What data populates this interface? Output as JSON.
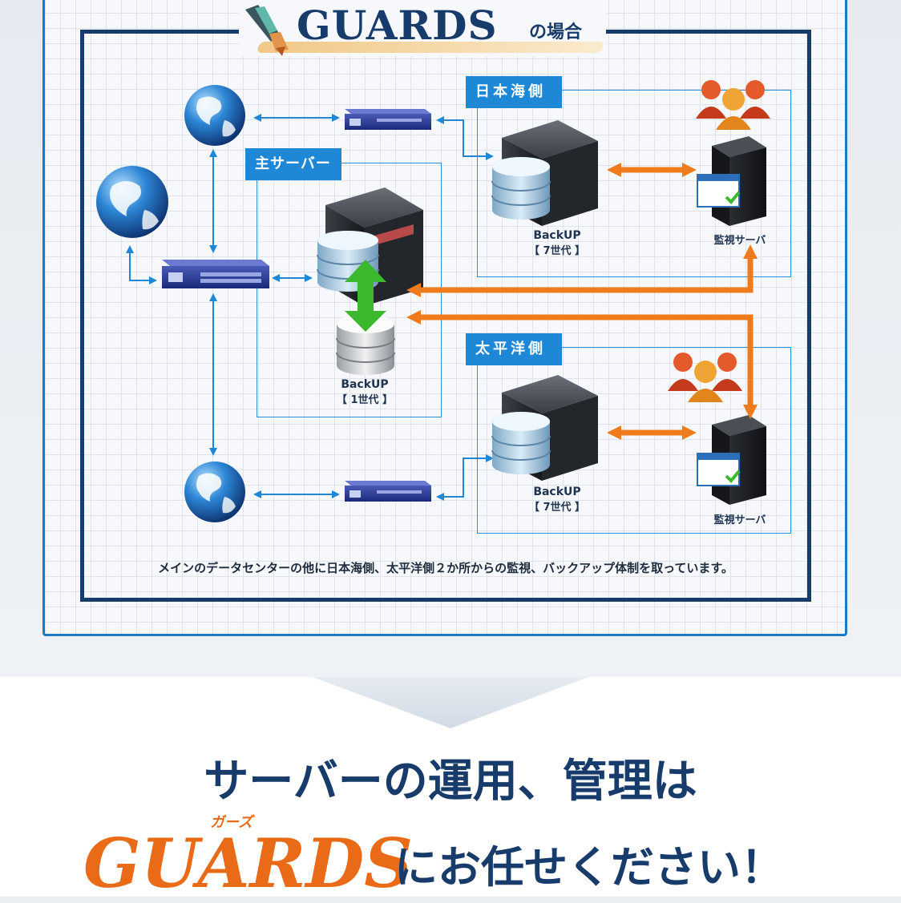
{
  "diagram": {
    "title_main": "GUARDS",
    "title_sub": "の場合",
    "sections": {
      "main_server": "主サーバー",
      "sea_side": "日本海側",
      "pacific_side": "太平洋側"
    },
    "labels": {
      "backup_main_line1": "BackUP",
      "backup_main_line2": "【 1世代 】",
      "backup_sea_line1": "BackUP",
      "backup_sea_line2": "【 7世代 】",
      "backup_pac_line1": "BackUP",
      "backup_pac_line2": "【 7世代 】",
      "monitor_sea": "監視サーバ",
      "monitor_pac": "監視サーバ"
    },
    "caption": "メインのデータセンターの他に日本海側、太平洋側２か所からの監視、バックアップ体制を取っています。"
  },
  "headline": {
    "line1": "サーバーの運用、管理は",
    "ruby": "ガーズ",
    "brand": "GUARDS",
    "line2_tail": "にお任せください！"
  },
  "colors": {
    "navy": "#173b6b",
    "blue": "#1e88d6",
    "orange": "#ea6b17",
    "green": "#3cb82e"
  }
}
